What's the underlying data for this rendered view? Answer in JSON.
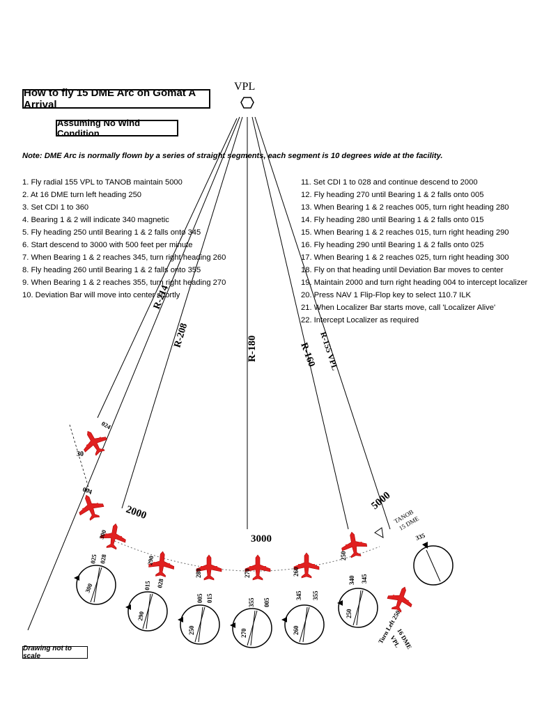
{
  "title": "How to fly 15 DME Arc on Gomat A Arrival",
  "subtitle": "Assuming No Wind Condition",
  "note": "Note: DME Arc is normally flown by a series of straight segments, each segment is 10 degrees wide at the facility.",
  "steps_left": [
    "1. Fly radial 155 VPL to TANOB maintain 5000",
    "2. At 16 DME turn left heading 250",
    "3. Set CDI 1 to 360",
    "4. Bearing 1 & 2 will indicate 340 magnetic",
    "5. Fly heading 250 until Bearing 1 & 2 falls onto 345",
    "6. Start descend to 3000 with 500 feet per minute",
    "7. When Bearing 1 & 2 reaches 345, turn right heading 260",
    "8. Fly heading 260 until Bearing 1 & 2 falls onto 355",
    "9. When Bearing 1 & 2 reaches 355, turn right heading 270",
    "10. Deviation Bar will move into center shortly"
  ],
  "steps_right": [
    "11. Set CDI 1 to 028 and continue descend to 2000",
    "12. Fly heading 270 until Bearing 1 & 2 falls onto 005",
    "13. When Bearing 1 & 2 reaches 005, turn right heading 280",
    "14. Fly heading 280 until Bearing 1 & 2 falls onto 015",
    "15. When Bearing 1 & 2 reaches 015, turn right heading 290",
    "16. Fly heading 290 until Bearing 1 & 2 falls onto 025",
    "17. When Bearing 1 & 2 reaches 025, turn right heading 300",
    "18. Fly on that heading until Deviation Bar moves to center",
    "19. Maintain 2000 and turn right heading 004 to intercept localizer",
    "20. Press NAV 1 Flip-Flop key to select 110.7 ILK",
    "21. When Localizer Bar starts move, call 'Localizer Alive'",
    "22. Intercept Localizer as required"
  ],
  "scale_note": "Drawing not to scale",
  "station": "VPL",
  "radials": [
    "R-214",
    "R-208",
    "R-180",
    "R-160",
    "R-155 VPL"
  ],
  "altitudes": [
    "5000",
    "3000",
    "2000"
  ],
  "fix": {
    "name": "TANOB",
    "dme": "15 DME"
  },
  "turn_note": [
    "16 DME",
    "VPL",
    "Turn Left 250"
  ],
  "aircraft_labels": [
    "024",
    "004",
    "300",
    "290",
    "280",
    "270",
    "260",
    "250"
  ],
  "instruments": [
    {
      "heading": "300",
      "bearing": "025",
      "bearing2": "028"
    },
    {
      "heading": "290",
      "bearing": "015",
      "bearing2": "028"
    },
    {
      "heading": "250",
      "bearing": "005",
      "bearing2": "015"
    },
    {
      "heading": "270",
      "bearing": "355",
      "bearing2": "005"
    },
    {
      "heading": "260",
      "bearing": "345",
      "bearing2": "355"
    },
    {
      "heading": "250",
      "bearing": "340",
      "bearing2": "345"
    },
    {
      "heading": "",
      "bearing": "335",
      "bearing2": ""
    }
  ],
  "distance_label": "30",
  "colors": {
    "aircraft": "#e02020",
    "ink": "#000000"
  }
}
